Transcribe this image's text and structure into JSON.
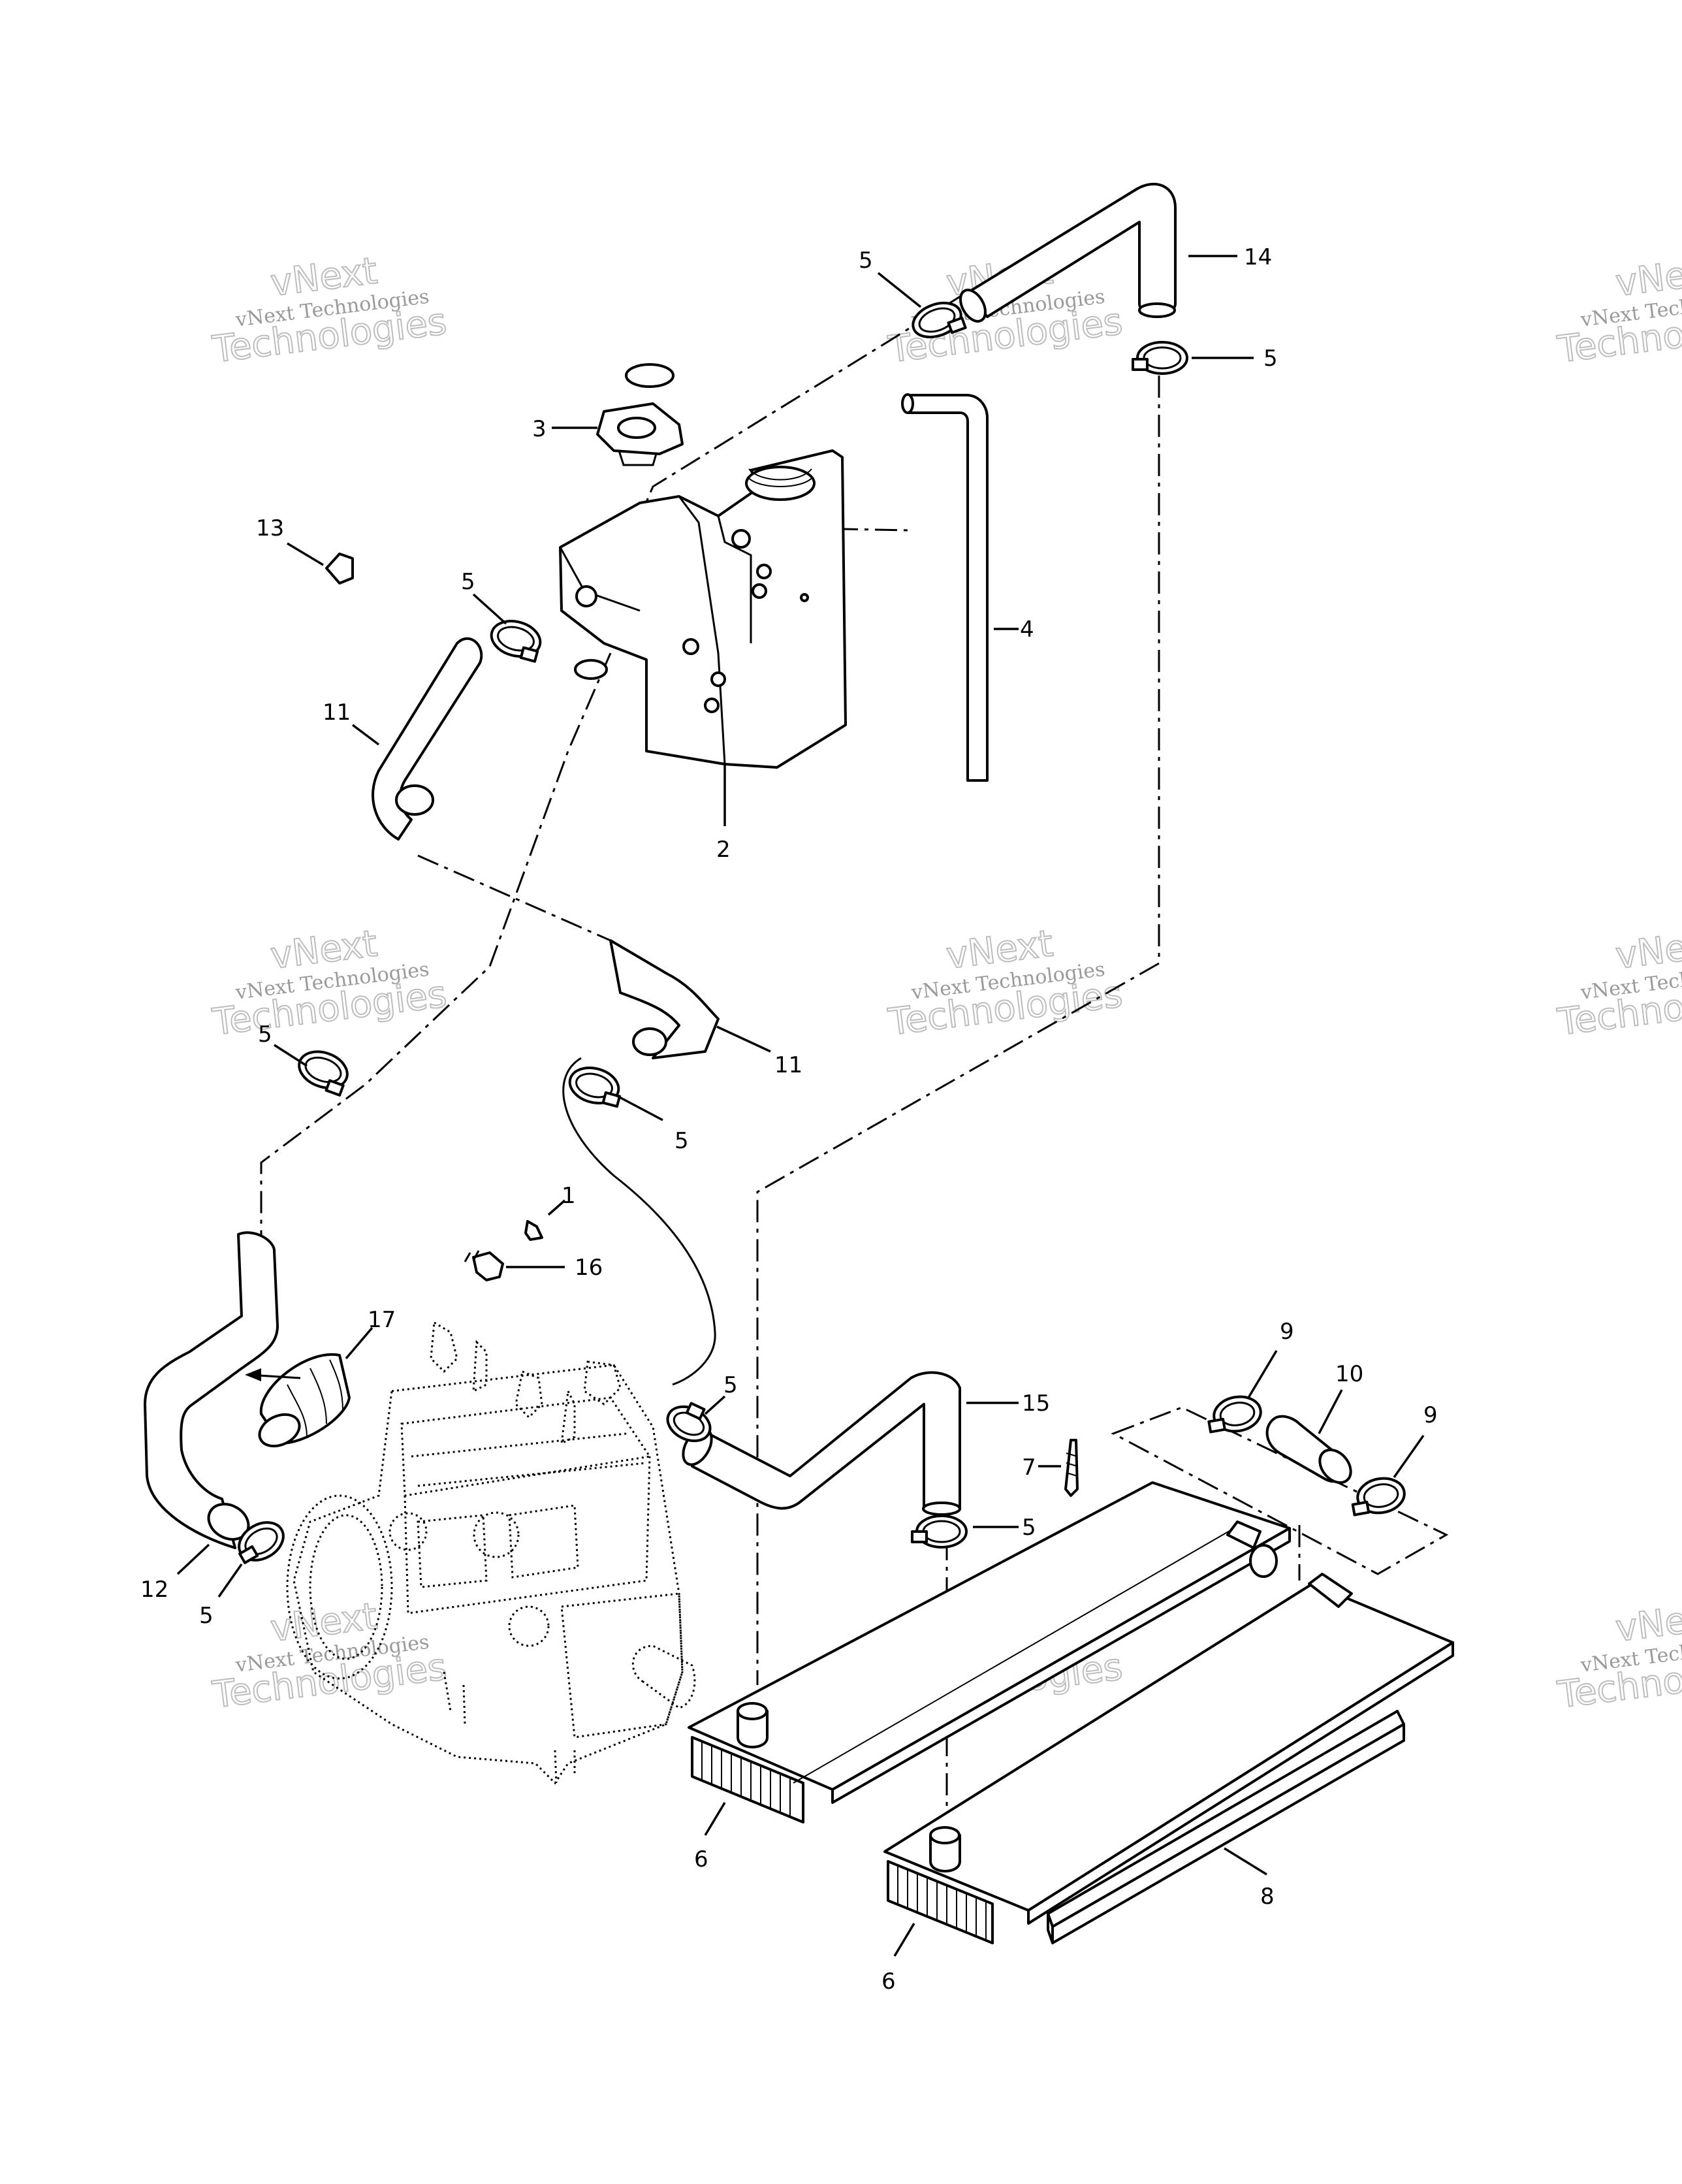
{
  "watermark": {
    "line_small": "vNext Technologies",
    "outline_top": "vNext",
    "outline_bottom": "Technologies"
  },
  "callouts": [
    {
      "id": "c14",
      "label": "14"
    },
    {
      "id": "c5a",
      "label": "5"
    },
    {
      "id": "c5b",
      "label": "5"
    },
    {
      "id": "c3",
      "label": "3"
    },
    {
      "id": "c13",
      "label": "13"
    },
    {
      "id": "c5c",
      "label": "5"
    },
    {
      "id": "c4",
      "label": "4"
    },
    {
      "id": "c11a",
      "label": "11"
    },
    {
      "id": "c2",
      "label": "2"
    },
    {
      "id": "c5d",
      "label": "5"
    },
    {
      "id": "c11b",
      "label": "11"
    },
    {
      "id": "c5e",
      "label": "5"
    },
    {
      "id": "c1",
      "label": "1"
    },
    {
      "id": "c16",
      "label": "16"
    },
    {
      "id": "c17",
      "label": "17"
    },
    {
      "id": "c5f",
      "label": "5"
    },
    {
      "id": "c15",
      "label": "15"
    },
    {
      "id": "c9a",
      "label": "9"
    },
    {
      "id": "c10",
      "label": "10"
    },
    {
      "id": "c9b",
      "label": "9"
    },
    {
      "id": "c7",
      "label": "7"
    },
    {
      "id": "c5g",
      "label": "5"
    },
    {
      "id": "c12",
      "label": "12"
    },
    {
      "id": "c5h",
      "label": "5"
    },
    {
      "id": "c6a",
      "label": "6"
    },
    {
      "id": "c8",
      "label": "8"
    },
    {
      "id": "c6b",
      "label": "6"
    }
  ]
}
